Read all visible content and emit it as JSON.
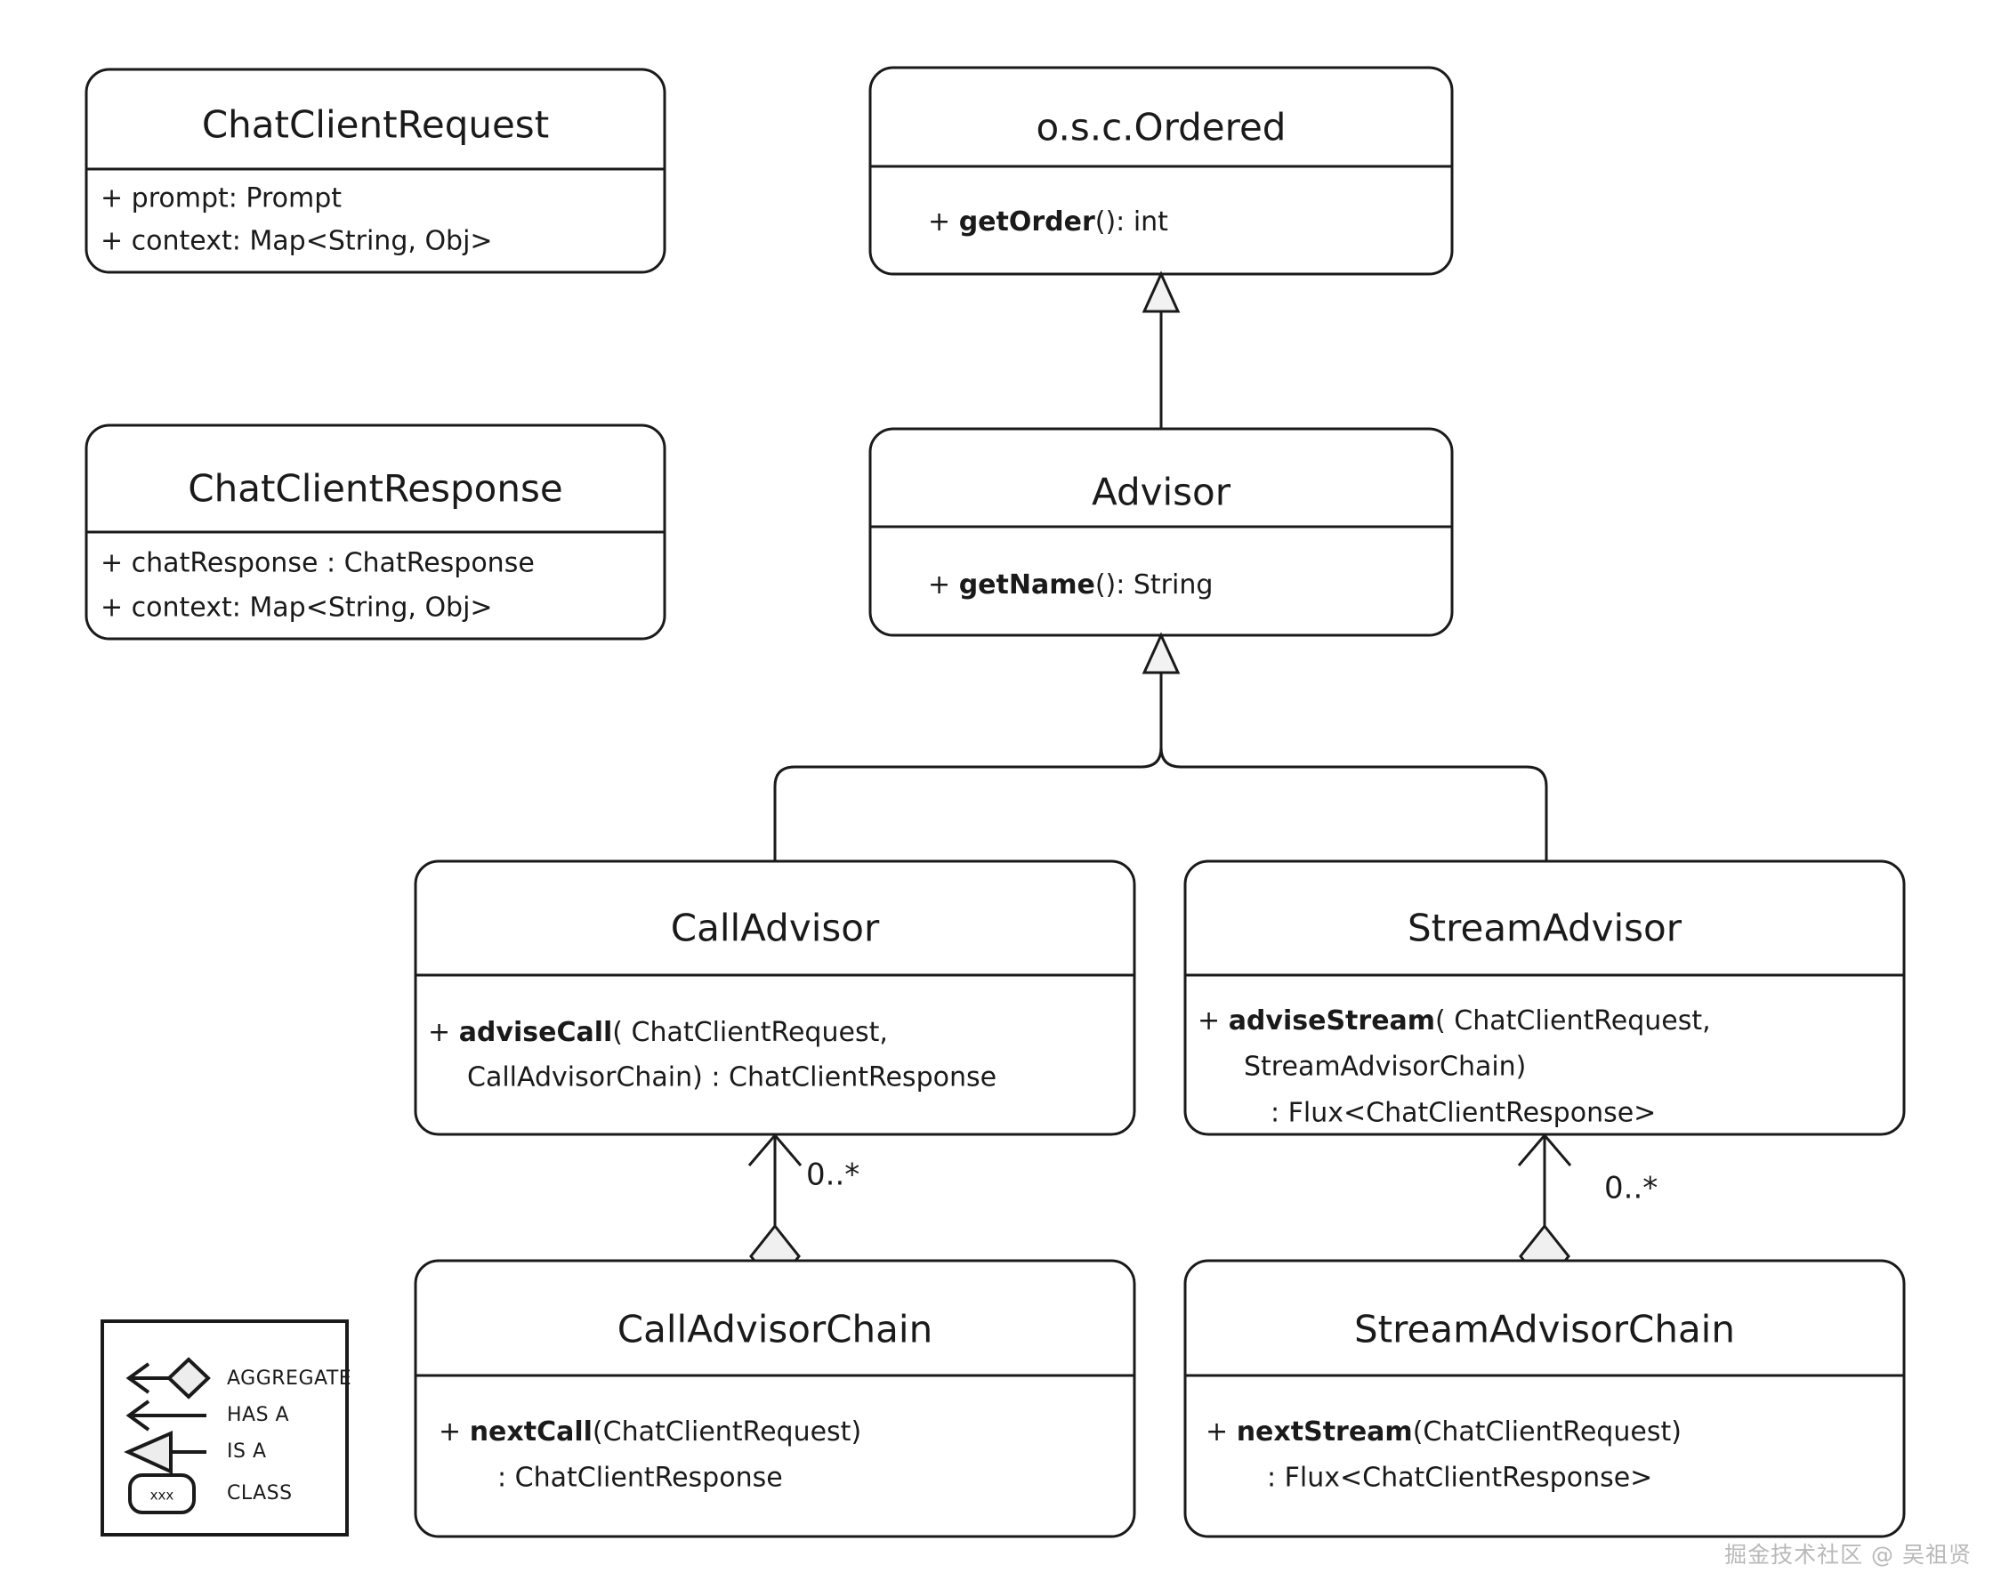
{
  "diagram": {
    "title": "Spring AI Advisor UML class diagram",
    "type": "uml-class-diagram",
    "background_color": "#ffffff",
    "stroke_color": "#1a1a1a",
    "fill_color": "#ffffff",
    "accent_fill": "#f0f0f0"
  },
  "classes": {
    "chat_client_request": {
      "name": "ChatClientRequest",
      "members": [
        "+ prompt: Prompt",
        "+ context: Map<String, Obj>"
      ]
    },
    "chat_client_response": {
      "name": "ChatClientResponse",
      "members": [
        "+ chatResponse : ChatResponse",
        "+ context: Map<String, Obj>"
      ]
    },
    "ordered": {
      "name": "o.s.c.Ordered",
      "method_prefix": "+ ",
      "method_name": "getOrder",
      "method_suffix": "(): int"
    },
    "advisor": {
      "name": "Advisor",
      "method_prefix": "+ ",
      "method_name": "getName",
      "method_suffix": "(): String"
    },
    "call_advisor": {
      "name": "CallAdvisor",
      "method_prefix": "+ ",
      "method_name": "adviseCall",
      "method_suffix": "( ChatClientRequest,",
      "method_line2": "CallAdvisorChain) : ChatClientResponse"
    },
    "stream_advisor": {
      "name": "StreamAdvisor",
      "method_prefix": "+ ",
      "method_name": "adviseStream",
      "method_suffix": "( ChatClientRequest,",
      "method_line2": "StreamAdvisorChain)",
      "method_line3": ": Flux<ChatClientResponse>"
    },
    "call_advisor_chain": {
      "name": "CallAdvisorChain",
      "method_prefix": "+ ",
      "method_name": "nextCall",
      "method_suffix": "(ChatClientRequest)",
      "method_line2": ": ChatClientResponse"
    },
    "stream_advisor_chain": {
      "name": "StreamAdvisorChain",
      "method_prefix": "+ ",
      "method_name": "nextStream",
      "method_suffix": "(ChatClientRequest)",
      "method_line2": ": Flux<ChatClientResponse>"
    }
  },
  "relationships": {
    "advisor_extends_ordered": {
      "kind": "is-a",
      "from": "Advisor",
      "to": "o.s.c.Ordered"
    },
    "calladvisor_extends_advisor": {
      "kind": "is-a",
      "from": "CallAdvisor",
      "to": "Advisor"
    },
    "streamadvisor_extends_advisor": {
      "kind": "is-a",
      "from": "StreamAdvisor",
      "to": "Advisor"
    },
    "call_chain_aggregate": {
      "kind": "aggregate",
      "from": "CallAdvisorChain",
      "to": "CallAdvisor",
      "multiplicity": "0..*"
    },
    "stream_chain_aggregate": {
      "kind": "aggregate",
      "from": "StreamAdvisorChain",
      "to": "StreamAdvisor",
      "multiplicity": "0..*"
    }
  },
  "legend": {
    "items": [
      {
        "icon": "aggregate-arrow-diamond-icon",
        "label": "AGGREGATE"
      },
      {
        "icon": "has-a-arrow-icon",
        "label": "HAS A"
      },
      {
        "icon": "is-a-triangle-arrow-icon",
        "label": "IS A"
      },
      {
        "icon": "class-box-icon",
        "label": "CLASS",
        "sample": "xxx"
      }
    ]
  },
  "watermark": {
    "text": "掘金技术社区 @ 吴祖贤"
  }
}
